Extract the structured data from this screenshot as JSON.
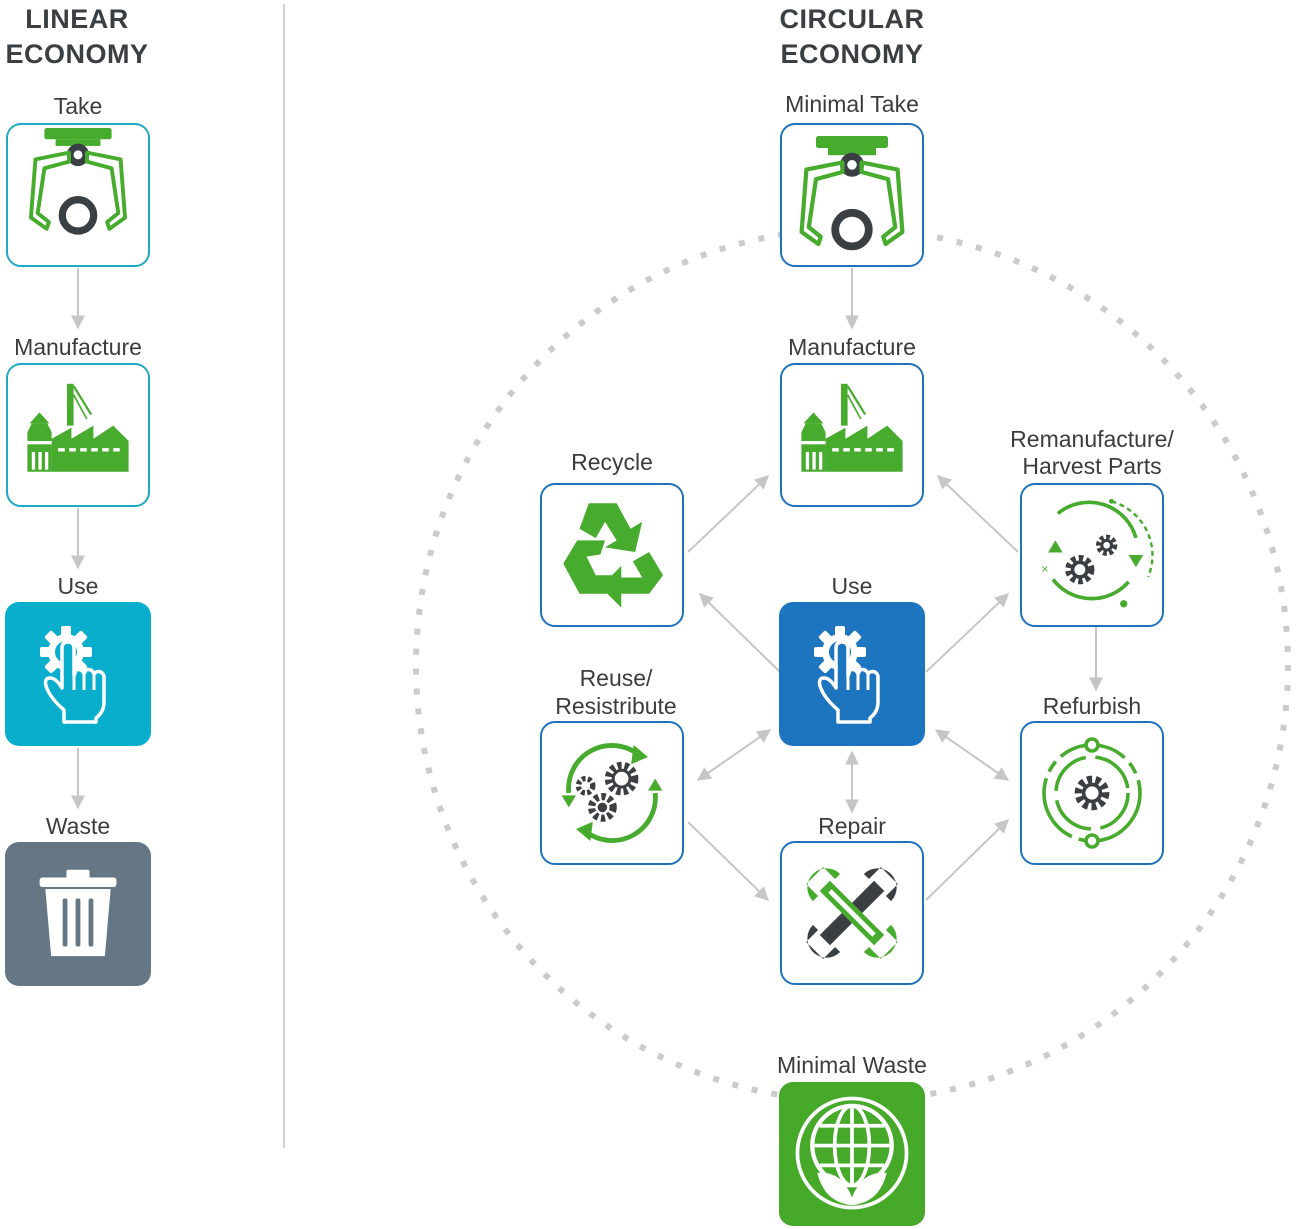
{
  "linear": {
    "heading_line1": "LINEAR",
    "heading_line2": "ECONOMY",
    "steps": [
      {
        "label": "Take",
        "icon": "claw-grabber-icon"
      },
      {
        "label": "Manufacture",
        "icon": "factory-icon"
      },
      {
        "label": "Use",
        "icon": "hand-gear-icon"
      },
      {
        "label": "Waste",
        "icon": "trash-can-icon"
      }
    ]
  },
  "circular": {
    "heading_line1": "CIRCULAR",
    "heading_line2": "ECONOMY",
    "nodes": {
      "minimal_take": {
        "label": "Minimal Take",
        "icon": "claw-grabber-icon"
      },
      "manufacture": {
        "label": "Manufacture",
        "icon": "factory-icon"
      },
      "recycle": {
        "label": "Recycle",
        "icon": "recycle-icon"
      },
      "remanufacture": {
        "label_line1": "Remanufacture/",
        "label_line2": "Harvest Parts",
        "icon": "cycle-gears-icon"
      },
      "use": {
        "label": "Use",
        "icon": "hand-gear-icon"
      },
      "reuse": {
        "label_line1": "Reuse/",
        "label_line2": "Resistribute",
        "icon": "circular-gears-icon"
      },
      "refurbish": {
        "label": "Refurbish",
        "icon": "orbit-gear-icon"
      },
      "repair": {
        "label": "Repair",
        "icon": "crossed-wrenches-icon"
      },
      "minimal_waste": {
        "label": "Minimal Waste",
        "icon": "globe-leaves-icon"
      }
    }
  },
  "colors": {
    "green": "#47ab2d",
    "dark_gray": "#3a3f44",
    "teal_border": "#1eaac6",
    "blue_border": "#1f73bd",
    "use_linear_fill": "#0aaecd",
    "use_circular_fill": "#1d74bf",
    "waste_fill": "#657684",
    "minimal_waste_fill": "#46a92a",
    "connector": "#c4c6c8"
  }
}
